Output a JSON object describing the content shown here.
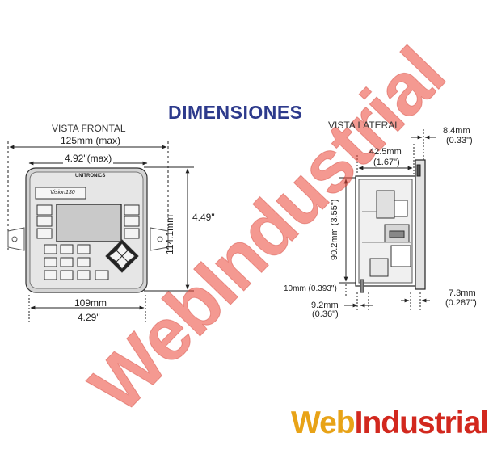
{
  "title": "DIMENSIONES",
  "front_view": {
    "caption": "VISTA FRONTAL",
    "width_mm": "125mm (max)",
    "width_in": "4.92\"(max)",
    "height_mm": "114.1mm",
    "height_in": "4.49\"",
    "screen_width_mm": "109mm",
    "screen_width_in": "4.29\"",
    "device": {
      "brand": "UNITRONICS",
      "model": "Vision130"
    }
  },
  "side_view": {
    "caption": "VISTA LATERAL",
    "depth": "42.5mm",
    "depth_in": "(1.67\")",
    "bezel": "8.4mm",
    "bezel_in": "(0.33\")",
    "body_height": "90.2mm (3.55\")",
    "offset": "10mm (0.393\")",
    "panel_depth": "9.2mm",
    "panel_depth_in": "(0.36\")",
    "rear": "7.3mm",
    "rear_in": "(0.287\")"
  },
  "watermark": "WebIndustrial",
  "logo": {
    "part1": "Web",
    "part2": "Industrial"
  },
  "colors": {
    "title": "#2d3a8c",
    "watermark": "#e33b2e",
    "logo_web": "#e8a317",
    "logo_industrial": "#d2281e"
  }
}
